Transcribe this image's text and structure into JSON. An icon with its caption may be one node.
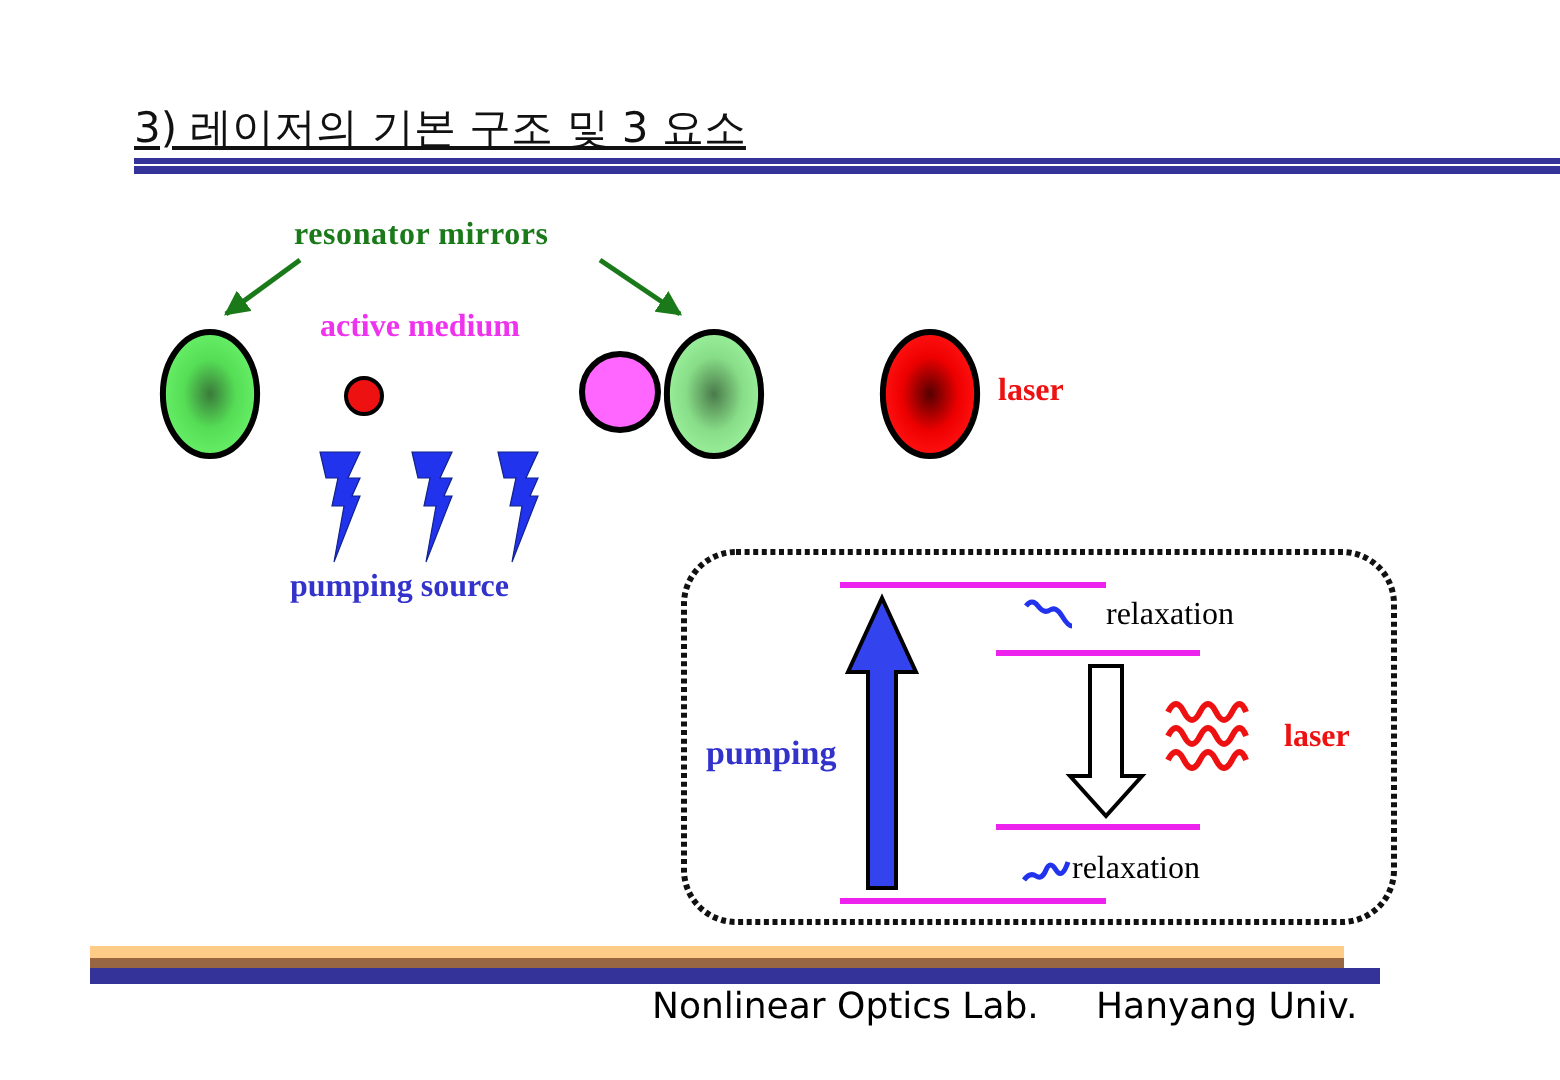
{
  "diagram": {
    "title": "3) 레이저의 기본 구조 및 3 요소",
    "nodes": [
      {
        "text": [
          "resonator mirrors"
        ]
      },
      {
        "text": [],
        "shape": "ellipse"
      },
      {
        "text": [],
        "shape": "circle"
      },
      {
        "text": [],
        "shape": "circle"
      },
      {
        "text": [],
        "shape": "ellipse"
      },
      {
        "text": [],
        "shape": "ellipse",
        "beside": [
          "laser"
        ]
      }
    ],
    "edges": [
      {
        "from": 0,
        "to": 1,
        "arrow": "to"
      },
      {
        "from": 0,
        "to": 4,
        "arrow": "to"
      }
    ],
    "labels": [
      "active medium",
      "pumping source",
      "relaxation",
      "laser",
      "pumping",
      "relaxation",
      "Nonlinear Optics Lab.",
      "Hanyang Univ."
    ]
  }
}
